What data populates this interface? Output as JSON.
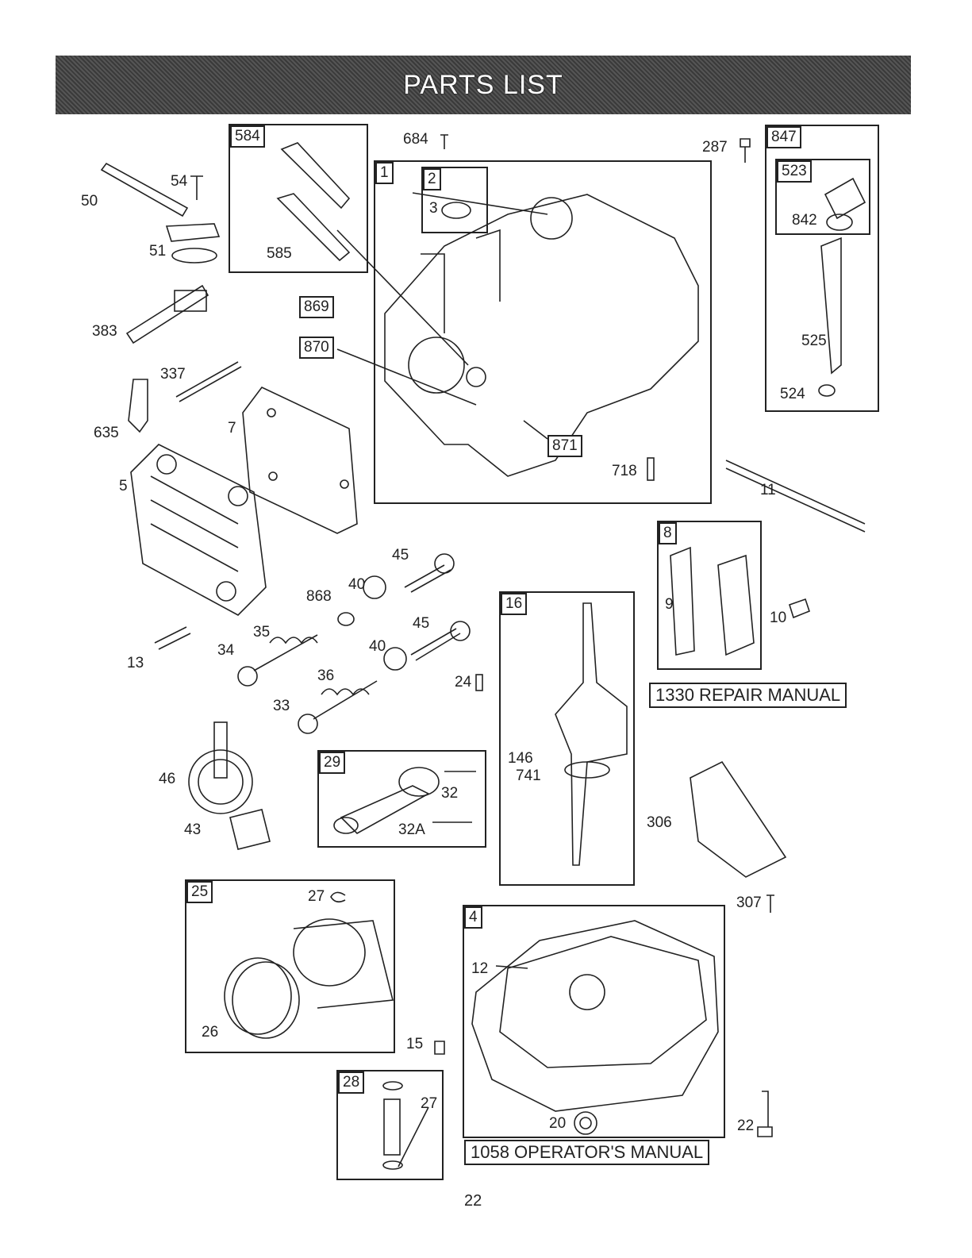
{
  "header": {
    "title": "PARTS LIST"
  },
  "page_number": "22",
  "manuals": {
    "repair": "1330 REPAIR MANUAL",
    "operators": "1058 OPERATOR'S MANUAL"
  },
  "kit_tags": {
    "k584": "584",
    "k1": "1",
    "k2": "2",
    "k869": "869",
    "k870": "870",
    "k871": "871",
    "k847": "847",
    "k523": "523",
    "k8": "8",
    "k16": "16",
    "k29": "29",
    "k25": "25",
    "k4": "4",
    "k28": "28"
  },
  "part_labels": {
    "p50": "50",
    "p54": "54",
    "p51": "51",
    "p585": "585",
    "p684": "684",
    "p287": "287",
    "p3": "3",
    "p842": "842",
    "p525": "525",
    "p524": "524",
    "p383": "383",
    "p337": "337",
    "p635": "635",
    "p7": "7",
    "p5": "5",
    "p718": "718",
    "p11": "11",
    "p9": "9",
    "p10": "10",
    "p45a": "45",
    "p40a": "40",
    "p868": "868",
    "p45b": "45",
    "p40b": "40",
    "p35": "35",
    "p34": "34",
    "p13": "13",
    "p36": "36",
    "p33": "33",
    "p24": "24",
    "p146": "146",
    "p741": "741",
    "p46": "46",
    "p32": "32",
    "p32A": "32A",
    "p43": "43",
    "p306": "306",
    "p27a": "27",
    "p307": "307",
    "p12": "12",
    "p26": "26",
    "p15": "15",
    "p27b": "27",
    "p20": "20",
    "p22": "22"
  }
}
